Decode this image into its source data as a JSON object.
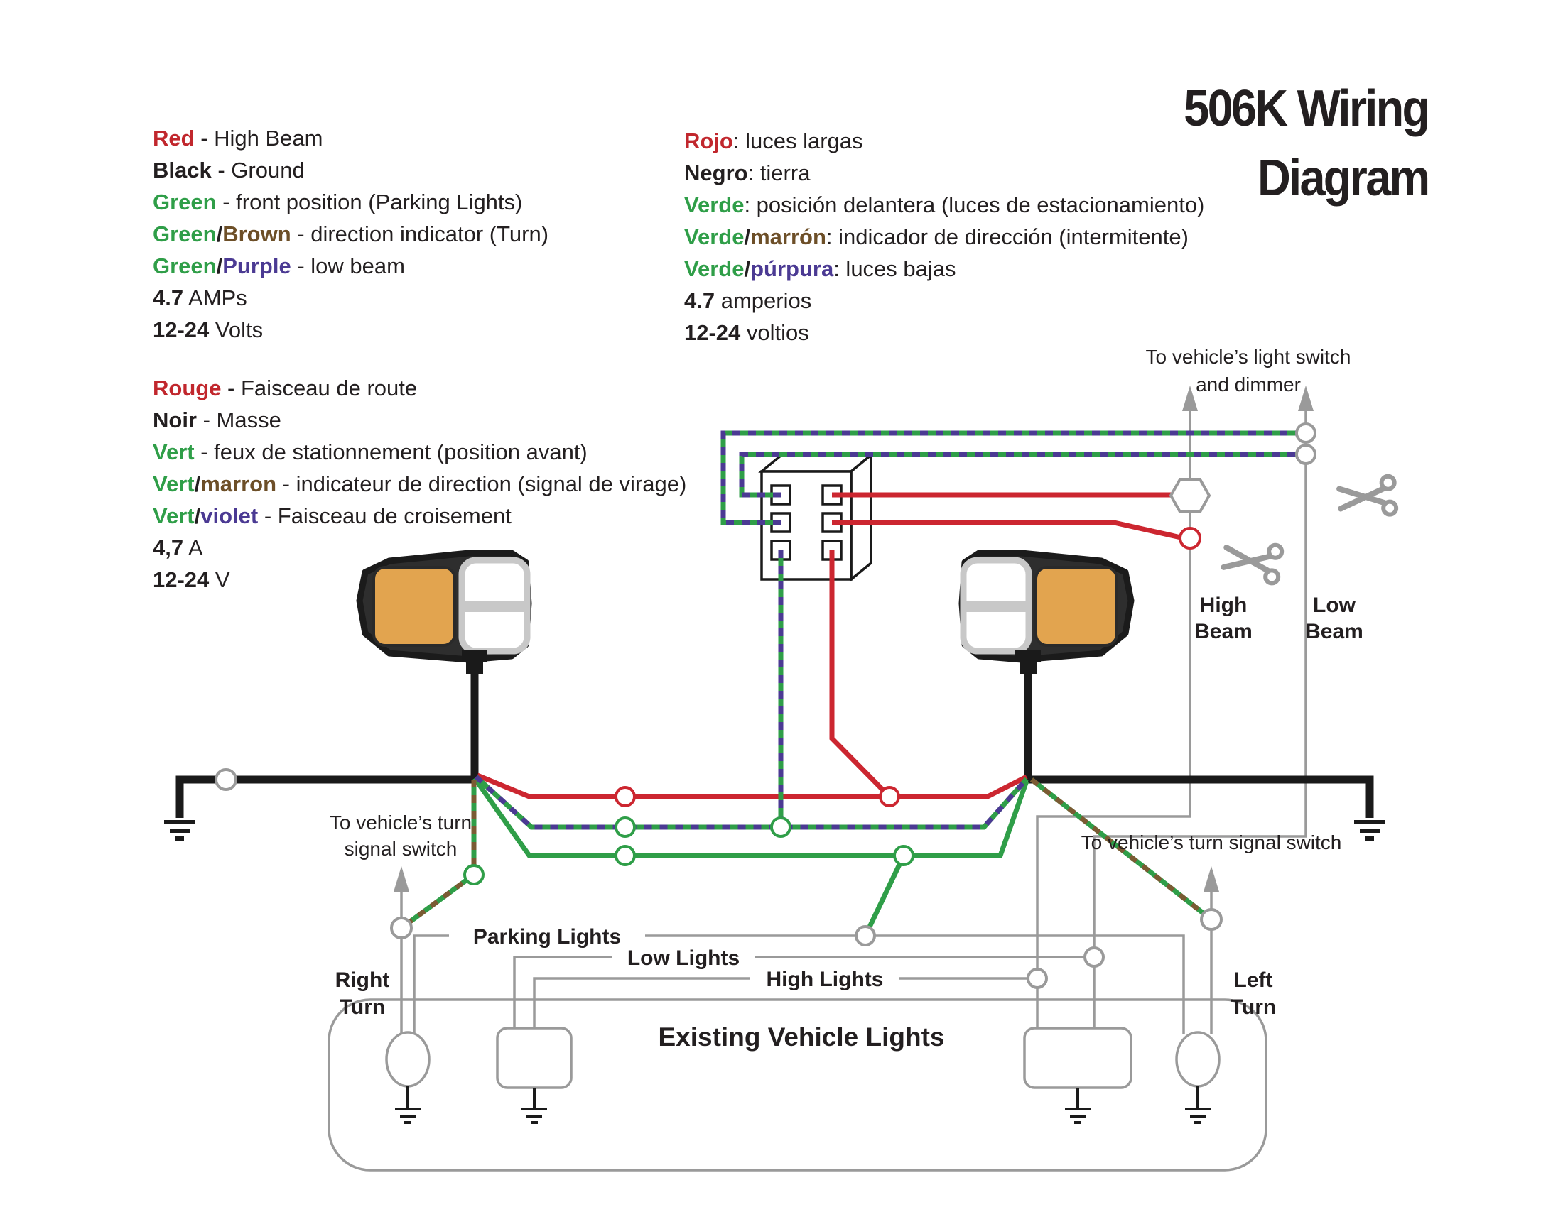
{
  "title": {
    "line1": "506K Wiring",
    "line2": "Diagram"
  },
  "colors": {
    "red": "#cc2630",
    "green": "#2f9e48",
    "purple": "#4b3a93",
    "brown": "#7a5b33",
    "black": "#1a1a1a",
    "gray_existing": "#9a9a9a",
    "amber": "#e2a44f",
    "legend_red": "#c1272d",
    "legend_brown": "#6d4f28",
    "legend_purple": "#4b3a93"
  },
  "legend_en": {
    "lines": [
      {
        "c1": "Red",
        "rest": " - High Beam"
      },
      {
        "c1": "Black",
        "rest": " - Ground"
      },
      {
        "c1": "Green",
        "rest": " - front position (Parking Lights)"
      },
      {
        "c1": "Green",
        "sep": "/",
        "c2": "Brown",
        "rest": " - direction indicator (Turn)"
      },
      {
        "c1": "Green",
        "sep": "/",
        "c2": "Purple",
        "rest": " - low beam"
      },
      {
        "c1": "4.7",
        "rest": " AMPs"
      },
      {
        "c1": "12-24",
        "rest": " Volts"
      }
    ]
  },
  "legend_es": {
    "lines": [
      {
        "c1": "Rojo",
        "rest": ": luces largas"
      },
      {
        "c1": "Negro",
        "rest": ": tierra"
      },
      {
        "c1": "Verde",
        "rest": ": posición delantera (luces de estacionamiento)"
      },
      {
        "c1": "Verde",
        "sep": "/",
        "c2": "marrón",
        "rest": ": indicador de dirección (intermitente)"
      },
      {
        "c1": "Verde",
        "sep": "/",
        "c2": "púrpura",
        "rest": ": luces bajas"
      },
      {
        "c1": "4.7",
        "rest": " amperios"
      },
      {
        "c1": "12-24",
        "rest": " voltios"
      }
    ]
  },
  "legend_fr": {
    "lines": [
      {
        "c1": "Rouge",
        "rest": " - Faisceau de route"
      },
      {
        "c1": "Noir",
        "rest": " - Masse"
      },
      {
        "c1": "Vert",
        "rest": " - feux de stationnement (position avant)"
      },
      {
        "c1": "Vert",
        "sep": "/",
        "c2": "marron",
        "rest": " - indicateur de direction (signal de virage)"
      },
      {
        "c1": "Vert",
        "sep": "/",
        "c2": "violet",
        "rest": " - Faisceau de croisement"
      },
      {
        "c1": "4,7",
        "rest": " A"
      },
      {
        "c1": "12-24",
        "rest": " V"
      }
    ]
  },
  "diagram": {
    "light_switch_note": [
      "To vehicle’s light switch",
      "and dimmer"
    ],
    "high_beam": [
      "High",
      "Beam"
    ],
    "low_beam": [
      "Low",
      "Beam"
    ],
    "turn_note_left": [
      "To vehicle’s turn",
      "signal switch"
    ],
    "turn_note_right": "To vehicle’s turn signal switch",
    "right_turn": [
      "Right",
      "Turn"
    ],
    "left_turn": [
      "Left",
      "Turn"
    ],
    "parking_lights": "Parking Lights",
    "low_lights": "Low  Lights",
    "high_lights": "High Lights",
    "existing_vehicle_lights": "Existing Vehicle Lights"
  }
}
